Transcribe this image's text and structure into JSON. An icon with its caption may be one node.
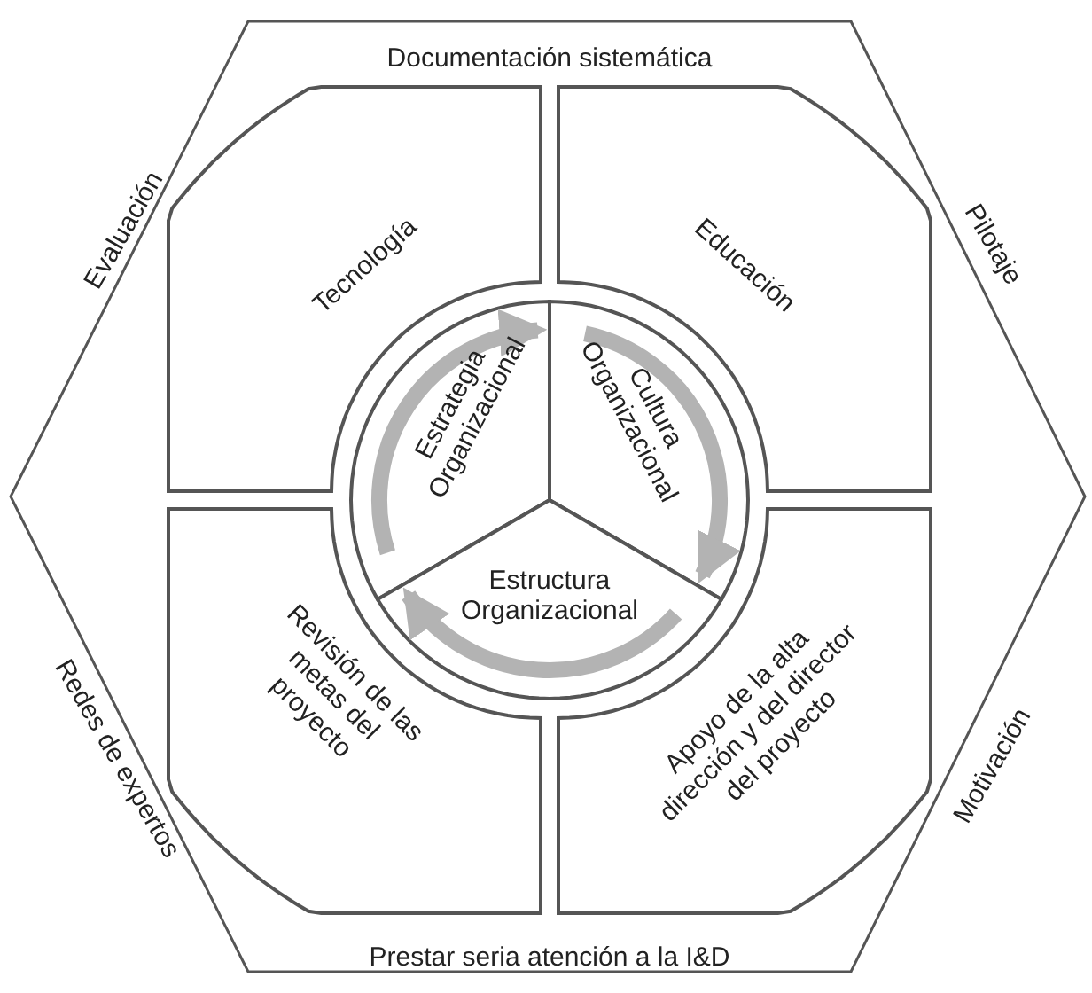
{
  "diagram": {
    "nodes": [
      {
        "text": [
          "Documentación sistemática",
          "Pilotaje",
          "Motivación",
          "Prestar seria atención a la I&D",
          "Redes de expertos",
          "Evaluación"
        ]
      },
      {
        "text": [
          "Tecnología"
        ],
        "in": 0
      },
      {
        "text": [
          "Educación"
        ],
        "in": 0
      },
      {
        "text": [
          "Apoyo de la alta dirección y del director del proyecto"
        ],
        "in": 0
      },
      {
        "text": [
          "Revisión de las metas del proyecto"
        ],
        "in": 0
      },
      {
        "text": [
          "Estrategia Organizacional"
        ],
        "in": 0
      },
      {
        "text": [
          "Cultura Organizacional"
        ],
        "in": 0
      },
      {
        "text": [
          "Estructura Organizacional"
        ],
        "in": 0
      }
    ],
    "edges": [
      {
        "from": 5,
        "to": 6,
        "arrow": "to"
      },
      {
        "from": 6,
        "to": 7,
        "arrow": "to"
      },
      {
        "from": 7,
        "to": 5,
        "arrow": "to"
      }
    ]
  }
}
